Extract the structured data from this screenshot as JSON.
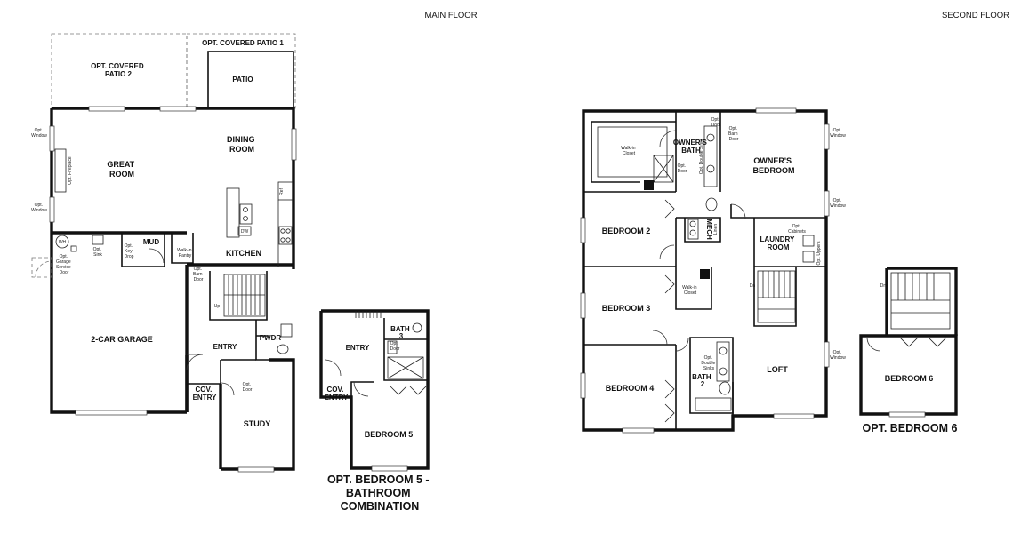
{
  "headings": {
    "main_floor": "MAIN FLOOR",
    "second_floor": "SECOND FLOOR"
  },
  "main_floor": {
    "opt_covered_patio_2": [
      "OPT. COVERED",
      "PATIO 2"
    ],
    "opt_covered_patio_1": "OPT. COVERED PATIO 1",
    "patio": "PATIO",
    "dining_room": [
      "DINING",
      "ROOM"
    ],
    "great_room": [
      "GREAT",
      "ROOM"
    ],
    "kitchen": "KITCHEN",
    "mud": "MUD",
    "garage": "2-CAR GARAGE",
    "entry": "ENTRY",
    "pwdr": "PWDR",
    "cov_entry": [
      "COV.",
      "ENTRY"
    ],
    "study": "STUDY",
    "small": {
      "opt_window": [
        "Opt.",
        "Window"
      ],
      "opt_fireplace": "Opt. Fireplace",
      "wh": "WH",
      "opt_garage_door": [
        "Opt.",
        "Garage",
        "Service",
        "Door"
      ],
      "opt_sink": [
        "Opt.",
        "Sink"
      ],
      "opt_key_drop": [
        "Opt.",
        "Key",
        "Drop"
      ],
      "walkin_pantry": [
        "Walk-in",
        "Pantry"
      ],
      "opt_barn_door": [
        "Opt.",
        "Barn",
        "Door"
      ],
      "ref": "Ref",
      "dw": "DW",
      "up": "Up",
      "opt_door": [
        "Opt.",
        "Door"
      ]
    }
  },
  "opt_bedroom5": {
    "entry": "ENTRY",
    "bath3": [
      "BATH",
      "3"
    ],
    "opt_door": [
      "Opt.",
      "Door"
    ],
    "cov_entry": [
      "COV.",
      "ENTRY"
    ],
    "bedroom5": "BEDROOM 5",
    "caption": [
      "OPT. BEDROOM 5 -",
      "BATHROOM",
      "COMBINATION"
    ]
  },
  "second_floor": {
    "walkin_closet": [
      "Walk-in",
      "Closet"
    ],
    "owners_bath": [
      "OWNER'S",
      "BATH"
    ],
    "owners_bedroom": [
      "OWNER'S",
      "BEDROOM"
    ],
    "bedroom2": "BEDROOM 2",
    "mech": "MECH",
    "laundry": [
      "LAUNDRY",
      "ROOM"
    ],
    "bedroom3": "BEDROOM 3",
    "bedroom4": "BEDROOM 4",
    "bath2": [
      "BATH",
      "2"
    ],
    "loft": "LOFT",
    "small": {
      "opt_door": [
        "Opt.",
        "Door"
      ],
      "opt_barn_door": [
        "Opt.",
        "Barn",
        "Door"
      ],
      "opt_window": [
        "Opt.",
        "Window"
      ],
      "opt_double_sinks": "Opt. Double Sinks",
      "opt_double_sinks_stack": [
        "Opt.",
        "Double",
        "Sinks"
      ],
      "opt_cabinets": [
        "Opt.",
        "Cabinets"
      ],
      "opt_uppers": "Opt. Uppers",
      "linen": "Linen",
      "dn": "Dn",
      "walkin_closet_sm": [
        "Walk-in",
        "Closet"
      ]
    }
  },
  "opt_bedroom6": {
    "dn": "Dn",
    "bedroom6": "BEDROOM 6",
    "caption": "OPT. BEDROOM 6"
  }
}
